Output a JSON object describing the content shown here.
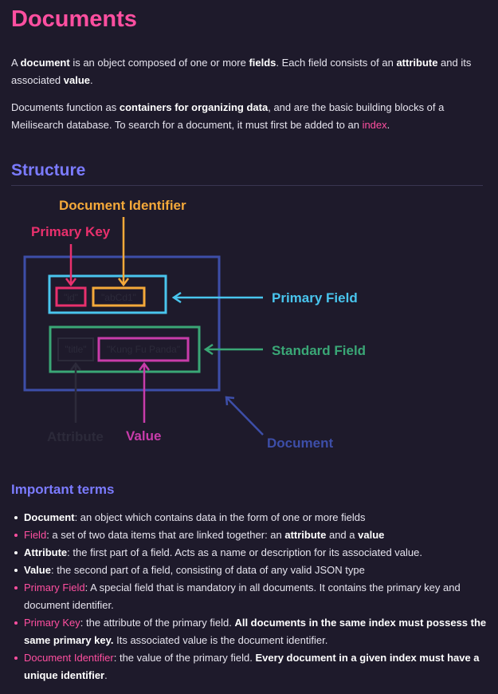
{
  "title": "Documents",
  "intro1": {
    "a": "A ",
    "document": "document",
    "b": " is an object composed of one or more ",
    "fields": "fields",
    "c": ". Each field consists of an ",
    "attribute": "attribute",
    "d": " and its associated ",
    "value": "value",
    "e": "."
  },
  "intro2": {
    "a": "Documents function as ",
    "containers": "containers for organizing data",
    "b": ", and are the basic building blocks of a Meilisearch database. To search for a document, it must first be added to an ",
    "index": "index",
    "c": "."
  },
  "structure_heading": "Structure",
  "diagram": {
    "document_identifier": "Document Identifier",
    "primary_key": "Primary Key",
    "primary_field": "Primary Field",
    "standard_field": "Standard Field",
    "attribute": "Attribute",
    "value": "Value",
    "document": "Document",
    "id_attr": "\"id\"",
    "id_value": "\"abCd1\"",
    "title_attr": "\"title\"",
    "title_value": "\"Kung Fu Panda\"",
    "colors": {
      "document": "#3d4ea8",
      "primary_field": "#49c5ee",
      "standard_field": "#3aa776",
      "primary_key": "#e9306d",
      "document_identifier": "#f5a93a",
      "value": "#c83caa",
      "attribute": "#2c2a3a"
    }
  },
  "terms_heading": "Important terms",
  "terms": [
    {
      "term": "Document",
      "a": ": an object which contains data in the form of one or more fields"
    },
    {
      "term": "Field",
      "a": ": a set of two data items that are linked together: an ",
      "b1": "attribute",
      "b": " and a ",
      "b2": "value"
    },
    {
      "term": "Attribute",
      "a": ": the first part of a field. Acts as a name or description for its associated value."
    },
    {
      "term": "Value",
      "a": ": the second part of a field, consisting of data of any valid JSON type"
    },
    {
      "term": "Primary Field",
      "a": ": A special field that is mandatory in all documents. It contains the primary key and document identifier."
    },
    {
      "term": "Primary Key",
      "a": ": the attribute of the primary field. ",
      "bold": "All documents in the same index must possess the same primary key.",
      "b": " Its associated value is the document identifier."
    },
    {
      "term": "Document Identifier",
      "a": ": the value of the primary field. ",
      "bold": "Every document in a given index must have a unique identifier",
      "b": "."
    }
  ]
}
